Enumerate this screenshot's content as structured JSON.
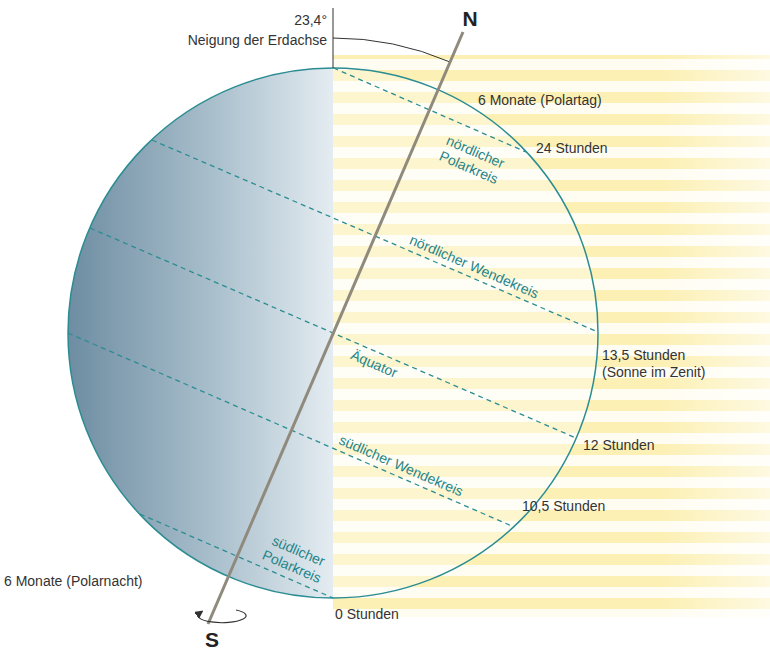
{
  "diagram": {
    "labels": [
      "23,4°",
      "Neigung der Erdachse",
      "N",
      "6 Monate (Polartag)",
      "nördlicher Polarkreis",
      "24 Stunden",
      "nördlicher Wendekreis",
      "13,5 Stunden (Sonne im Zenit)",
      "Äquator",
      "12 Stunden",
      "südlicher Wendekreis",
      "10,5 Stunden",
      "südlicher Polarkreis",
      "6 Monate (Polarnacht)",
      "0 Stunden",
      "S"
    ]
  }
}
